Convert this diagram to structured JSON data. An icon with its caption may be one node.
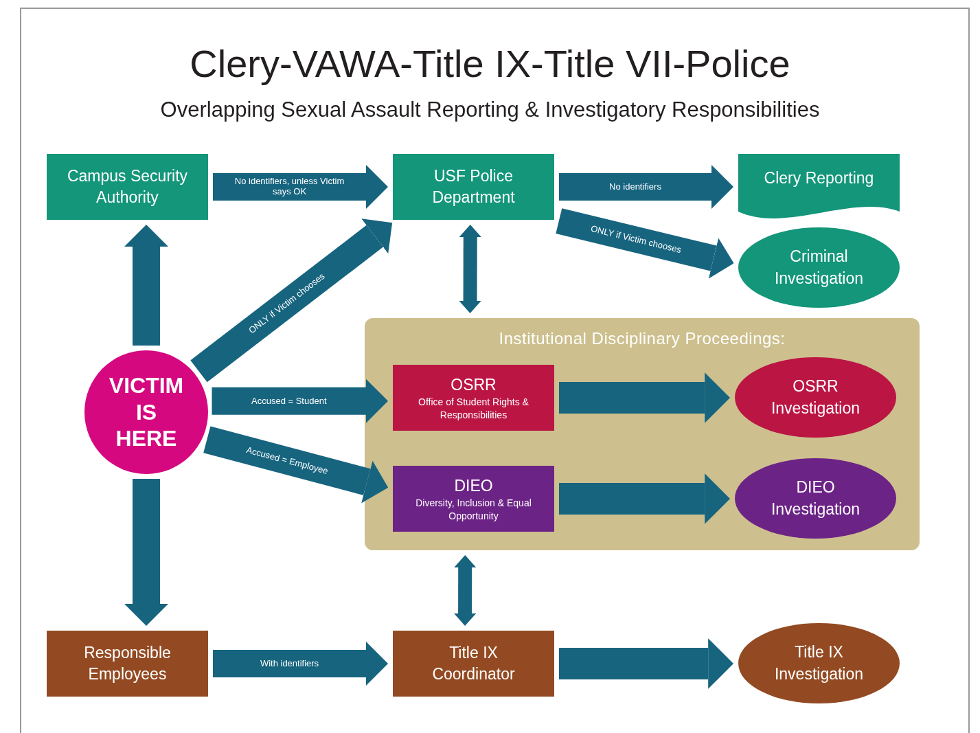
{
  "diagram": {
    "title": "Clery-VAWA-Title IX-Title VII-Police",
    "caption": "Overlapping Sexual Assault Reporting & Investigatory Responsibilities",
    "nodes": [
      {
        "text": [
          "Campus Security Authority"
        ]
      },
      {
        "text": [
          "USF Police Department"
        ]
      },
      {
        "text": [
          "Clery Reporting"
        ]
      },
      {
        "text": [
          "Criminal Investigation"
        ]
      },
      {
        "text": [
          "VICTIM IS HERE"
        ]
      },
      {
        "text": [
          "Institutional Disciplinary Proceedings:"
        ]
      },
      {
        "text": [
          "OSRR",
          "Office of Student Rights & Responsibilities"
        ],
        "in": 5
      },
      {
        "text": [
          "OSRR Investigation"
        ],
        "in": 5
      },
      {
        "text": [
          "DIEO",
          "Diversity, Inclusion & Equal Opportunity"
        ],
        "in": 5
      },
      {
        "text": [
          "DIEO Investigation"
        ],
        "in": 5
      },
      {
        "text": [
          "Responsible Employees"
        ]
      },
      {
        "text": [
          "Title IX Coordinator"
        ]
      },
      {
        "text": [
          "Title IX Investigation"
        ]
      }
    ],
    "edges": [
      {
        "from": 0,
        "to": 1,
        "arrow": "to",
        "label": "No identifiers, unless Victim says OK"
      },
      {
        "from": 1,
        "to": 2,
        "arrow": "to",
        "label": "No identifiers"
      },
      {
        "from": 1,
        "to": 3,
        "arrow": "to",
        "label": "ONLY if Victim chooses"
      },
      {
        "from": 4,
        "to": 0,
        "arrow": "to"
      },
      {
        "from": 4,
        "to": 1,
        "arrow": "to",
        "label": "ONLY if Victim chooses"
      },
      {
        "from": 1,
        "to": 5,
        "arrow": "both"
      },
      {
        "from": 4,
        "to": 6,
        "arrow": "to",
        "label": "Accused = Student"
      },
      {
        "from": 4,
        "to": 8,
        "arrow": "to",
        "label": "Accused = Employee"
      },
      {
        "from": 6,
        "to": 7,
        "arrow": "to"
      },
      {
        "from": 8,
        "to": 9,
        "arrow": "to"
      },
      {
        "from": 4,
        "to": 10,
        "arrow": "to"
      },
      {
        "from": 10,
        "to": 11,
        "arrow": "to",
        "label": "With identifiers"
      },
      {
        "from": 5,
        "to": 11,
        "arrow": "both"
      },
      {
        "from": 11,
        "to": 12,
        "arrow": "to"
      }
    ]
  }
}
